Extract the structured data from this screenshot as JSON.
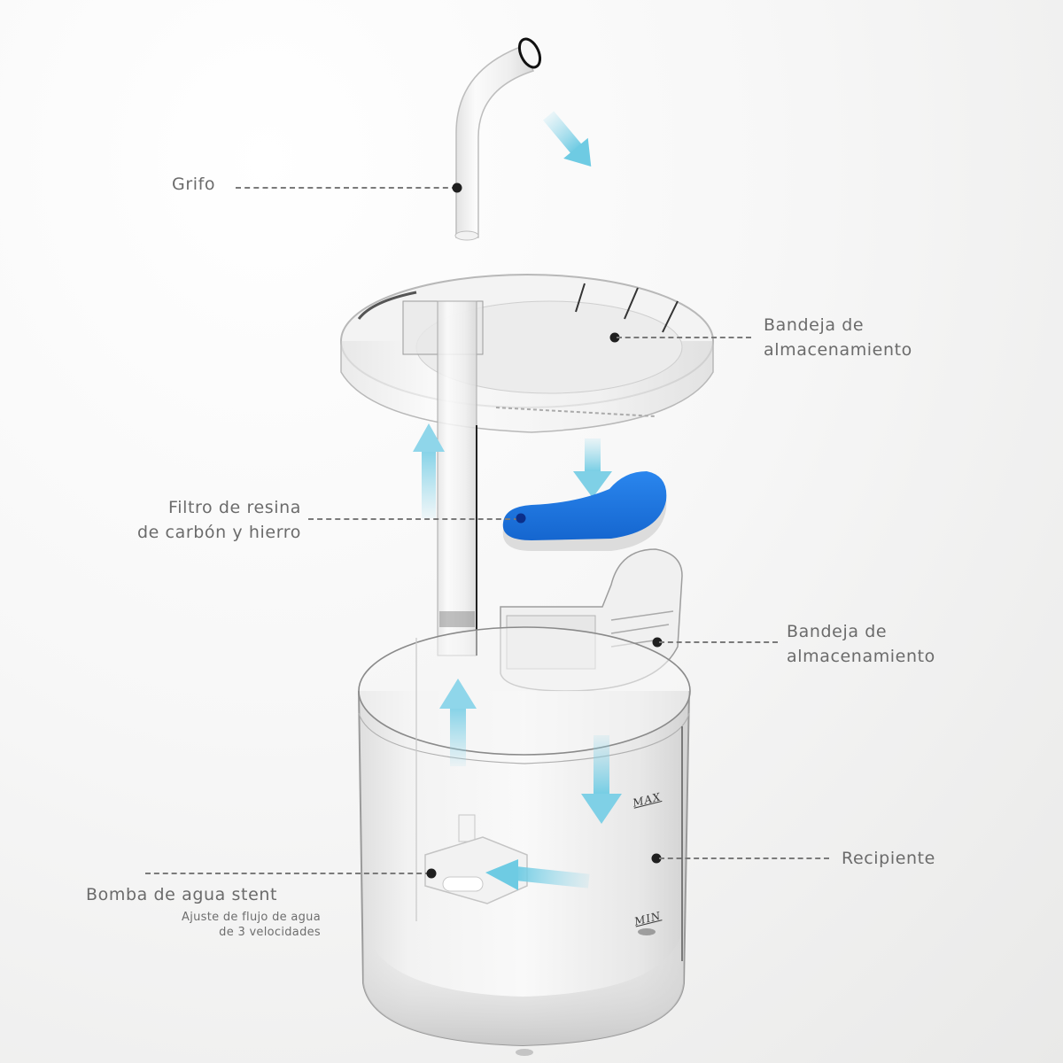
{
  "diagram": {
    "type": "exploded-product-diagram",
    "subject": "pet water fountain",
    "colors": {
      "background": "#f4f4f3",
      "label_text": "#6b6b6b",
      "leader_line": "#7a7a7a",
      "flow_arrow": "#7fd0e6",
      "filter_blue": "#1a73d9",
      "dot": "#1f1f1f"
    },
    "parts": [
      {
        "id": "grifo",
        "label": "Grifo"
      },
      {
        "id": "bandeja-superior",
        "label_line1": "Bandeja de",
        "label_line2": "almacenamiento"
      },
      {
        "id": "filtro",
        "label_line1": "Filtro de resina",
        "label_line2": "de carbón y hierro"
      },
      {
        "id": "bandeja-inferior",
        "label_line1": "Bandeja de",
        "label_line2": "almacenamiento"
      },
      {
        "id": "recipiente",
        "label": "Recipiente"
      },
      {
        "id": "bomba",
        "label": "Bomba de agua stent",
        "sub_line1": "Ajuste de flujo de agua",
        "sub_line2": "de 3 velocidades"
      }
    ],
    "level_marks": {
      "max": "MAX",
      "min": "MIN"
    },
    "flow_arrows": [
      "down-right from faucet",
      "down to filter",
      "up through tube",
      "up inside tank",
      "down inside tank",
      "left to pump"
    ]
  }
}
